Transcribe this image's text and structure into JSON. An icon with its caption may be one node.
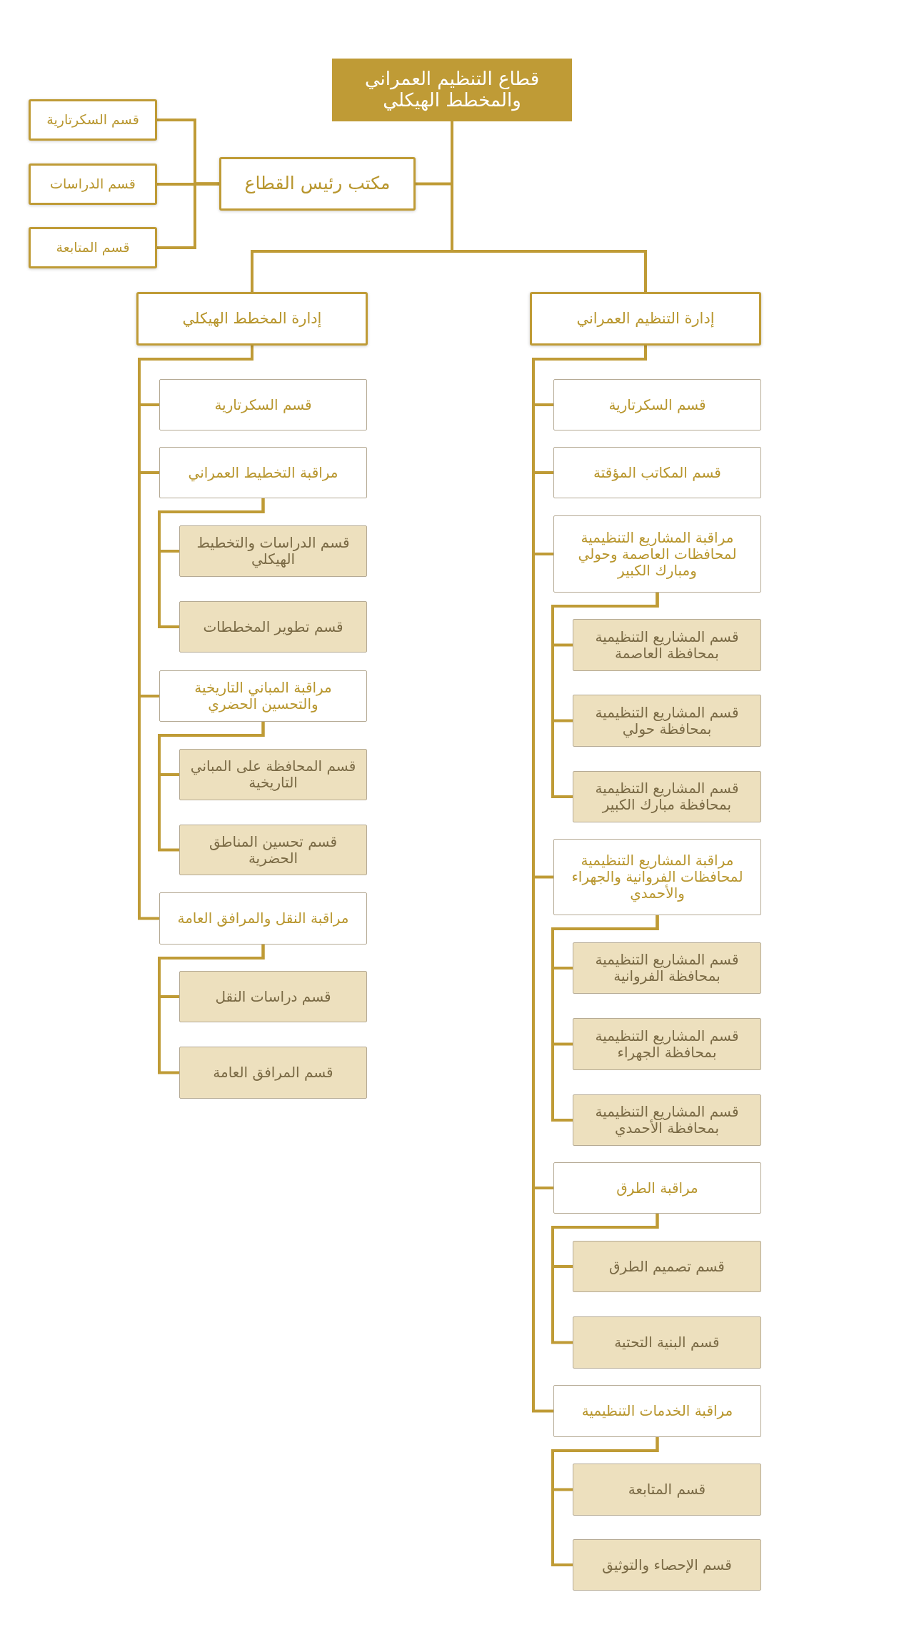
{
  "diagram": {
    "nodes": [
      {
        "text": [
          "قطاع التنظيم العمراني والمخطط الهيكلي"
        ]
      },
      {
        "text": [
          "مكتب رئيس القطاع"
        ]
      },
      {
        "text": [
          "قسم السكرتارية"
        ]
      },
      {
        "text": [
          "قسم الدراسات"
        ]
      },
      {
        "text": [
          "قسم المتابعة"
        ]
      },
      {
        "text": [
          "إدارة التنظيم العمراني"
        ]
      },
      {
        "text": [
          "قسم السكرتارية"
        ]
      },
      {
        "text": [
          "قسم المكاتب المؤقتة"
        ]
      },
      {
        "text": [
          "مراقبة المشاريع التنظيمية لمحافظات العاصمة وحولي ومبارك الكبير"
        ]
      },
      {
        "text": [
          "قسم المشاريع التنظيمية بمحافظة العاصمة"
        ]
      },
      {
        "text": [
          "قسم المشاريع التنظيمية بمحافظة حولي"
        ]
      },
      {
        "text": [
          "قسم المشاريع التنظيمية بمحافظة مبارك الكبير"
        ]
      },
      {
        "text": [
          "مراقبة المشاريع التنظيمية لمحافظات الفروانية والجهراء والأحمدي"
        ]
      },
      {
        "text": [
          "قسم المشاريع التنظيمية بمحافظة الفروانية"
        ]
      },
      {
        "text": [
          "قسم المشاريع التنظيمية بمحافظة الجهراء"
        ]
      },
      {
        "text": [
          "قسم المشاريع التنظيمية بمحافظة الأحمدي"
        ]
      },
      {
        "text": [
          "مراقبة الطرق"
        ]
      },
      {
        "text": [
          "قسم تصميم الطرق"
        ]
      },
      {
        "text": [
          "قسم البنية التحتية"
        ]
      },
      {
        "text": [
          "مراقبة الخدمات التنظيمية"
        ]
      },
      {
        "text": [
          "قسم المتابعة"
        ]
      },
      {
        "text": [
          "قسم الإحصاء والتوثيق"
        ]
      },
      {
        "text": [
          "إدارة المخطط الهيكلي"
        ]
      },
      {
        "text": [
          "قسم السكرتارية"
        ]
      },
      {
        "text": [
          "مراقبة التخطيط العمراني"
        ]
      },
      {
        "text": [
          "قسم الدراسات والتخطيط الهيكلي"
        ]
      },
      {
        "text": [
          "قسم تطوير المخططات"
        ]
      },
      {
        "text": [
          "مراقبة المباني التاريخية والتحسين الحضري"
        ]
      },
      {
        "text": [
          "قسم المحافظة على المباني التاريخية"
        ]
      },
      {
        "text": [
          "قسم تحسين المناطق الحضرية"
        ]
      },
      {
        "text": [
          "مراقبة النقل والمرافق العامة"
        ]
      },
      {
        "text": [
          "قسم دراسات النقل"
        ]
      },
      {
        "text": [
          "قسم المرافق العامة"
        ]
      }
    ],
    "edges": [
      {
        "from": 0,
        "to": 1,
        "arrow": "none"
      },
      {
        "from": 1,
        "to": 2,
        "arrow": "none"
      },
      {
        "from": 1,
        "to": 3,
        "arrow": "none"
      },
      {
        "from": 1,
        "to": 4,
        "arrow": "none"
      },
      {
        "from": 0,
        "to": 5,
        "arrow": "none"
      },
      {
        "from": 0,
        "to": 22,
        "arrow": "none"
      },
      {
        "from": 5,
        "to": 6,
        "arrow": "none"
      },
      {
        "from": 5,
        "to": 7,
        "arrow": "none"
      },
      {
        "from": 5,
        "to": 8,
        "arrow": "none"
      },
      {
        "from": 8,
        "to": 9,
        "arrow": "none"
      },
      {
        "from": 8,
        "to": 10,
        "arrow": "none"
      },
      {
        "from": 8,
        "to": 11,
        "arrow": "none"
      },
      {
        "from": 5,
        "to": 12,
        "arrow": "none"
      },
      {
        "from": 12,
        "to": 13,
        "arrow": "none"
      },
      {
        "from": 12,
        "to": 14,
        "arrow": "none"
      },
      {
        "from": 12,
        "to": 15,
        "arrow": "none"
      },
      {
        "from": 5,
        "to": 16,
        "arrow": "none"
      },
      {
        "from": 16,
        "to": 17,
        "arrow": "none"
      },
      {
        "from": 16,
        "to": 18,
        "arrow": "none"
      },
      {
        "from": 5,
        "to": 19,
        "arrow": "none"
      },
      {
        "from": 19,
        "to": 20,
        "arrow": "none"
      },
      {
        "from": 19,
        "to": 21,
        "arrow": "none"
      },
      {
        "from": 22,
        "to": 23,
        "arrow": "none"
      },
      {
        "from": 22,
        "to": 24,
        "arrow": "none"
      },
      {
        "from": 24,
        "to": 25,
        "arrow": "none"
      },
      {
        "from": 24,
        "to": 26,
        "arrow": "none"
      },
      {
        "from": 22,
        "to": 27,
        "arrow": "none"
      },
      {
        "from": 27,
        "to": 28,
        "arrow": "none"
      },
      {
        "from": 27,
        "to": 29,
        "arrow": "none"
      },
      {
        "from": 22,
        "to": 30,
        "arrow": "none"
      },
      {
        "from": 30,
        "to": 31,
        "arrow": "none"
      },
      {
        "from": 30,
        "to": 32,
        "arrow": "none"
      }
    ]
  }
}
